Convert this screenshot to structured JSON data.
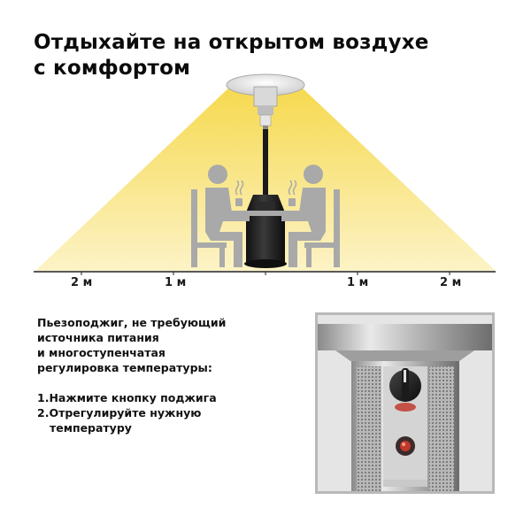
{
  "headline": {
    "line1": "Отдыхайте на открытом воздухе",
    "line2": "с комфортом"
  },
  "scale": {
    "left_2": "2 м",
    "left_1": "1 м",
    "right_1": "1 м",
    "right_2": "2 м"
  },
  "description": {
    "lines": [
      "Пьезоподжиг, не требующий",
      "источника питания",
      "и многоступенчатая",
      "регулировка температуры:"
    ],
    "step1": "1.Нажмите кнопку поджига",
    "step2_a": "2.Отрегулируйте нужную",
    "step2_b": "температуру"
  },
  "colors": {
    "light_cone": "#f8e27a",
    "figures": "#a9a9a9",
    "heater": "#1e1e1e",
    "frame": "#b9b9b9"
  },
  "icons": [
    "heat-cone",
    "person-seated-left",
    "person-seated-right",
    "patio-heater",
    "steam-icon",
    "heater-closeup-photo"
  ]
}
